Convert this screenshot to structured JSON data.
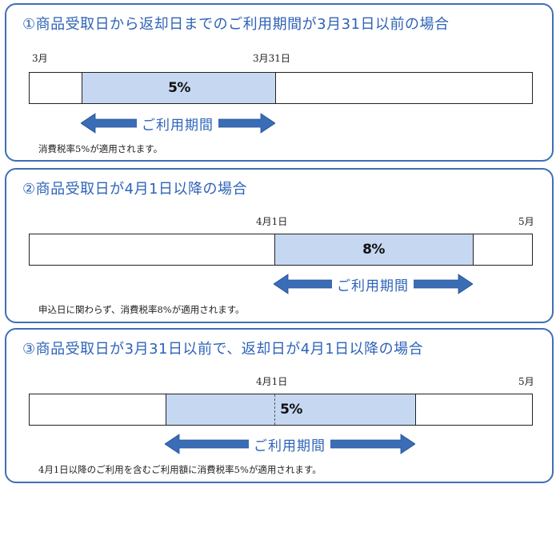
{
  "colors": {
    "border": "#3f6fb6",
    "title": "#2e63b8",
    "highlight": "#c6d8f1",
    "arrow": "#3a6db5"
  },
  "cases": [
    {
      "title": "①商品受取日から返却日までのご利用期間が3月31日以前の場合",
      "start_label": "3月",
      "mid_label": "3月31日",
      "rate": "5%",
      "period_label": "ご利用期間",
      "note": "消費税率5%が適用されます。"
    },
    {
      "title": "②商品受取日が4月1日以降の場合",
      "mid_label": "4月1日",
      "end_label": "5月",
      "rate": "8%",
      "period_label": "ご利用期間",
      "note": "申込日に関わらず、消費税率8%が適用されます。"
    },
    {
      "title": "③商品受取日が3月31日以前で、返却日が4月1日以降の場合",
      "mid_label": "4月1日",
      "end_label": "5月",
      "rate": "5%",
      "period_label": "ご利用期間",
      "note": "4月1日以降のご利用を含むご利用額に消費税率5%が適用されます。"
    }
  ]
}
